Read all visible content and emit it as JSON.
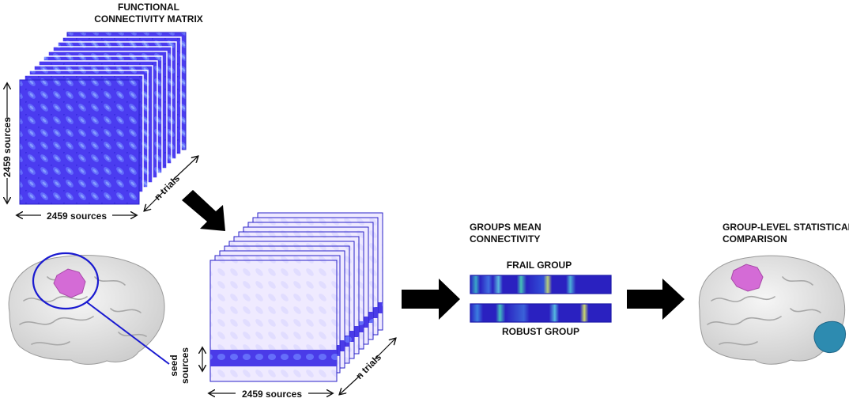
{
  "labels": {
    "fc_title_line1": "FUNCTIONAL",
    "fc_title_line2": "CONNECTIVITY MATRIX",
    "sources_vertical": "2459 sources",
    "sources_horizontal": "2459 sources",
    "n_trials_top": "n trials",
    "n_trials_bottom": "n trials",
    "sources_bottom": "2459 sources",
    "seed_line1": "seed",
    "seed_line2": "sources",
    "groups_mean_line1": "GROUPS MEAN",
    "groups_mean_line2": "CONNECTIVITY",
    "frail_group": "FRAIL GROUP",
    "robust_group": "ROBUST GROUP",
    "comparison_line1": "GROUP-LEVEL STATISTICAL",
    "comparison_line2": "COMPARISON"
  },
  "colors": {
    "matrix_blue": "#4b3cf0",
    "matrix_edge": "#2a22c8",
    "faded_matrix": "#efeaff",
    "seed_band": "#4a3be8",
    "brain_gray": "#e6e6e6",
    "seed_pink": "#d46bd6",
    "cluster_blue": "#2d8bb0",
    "highlight_circle": "#1a1ad0",
    "arrow": "#000000"
  },
  "icons": {
    "brain_left": "brain-icon",
    "brain_right": "brain-icon",
    "flow_arrow": "arrow-right-icon"
  }
}
